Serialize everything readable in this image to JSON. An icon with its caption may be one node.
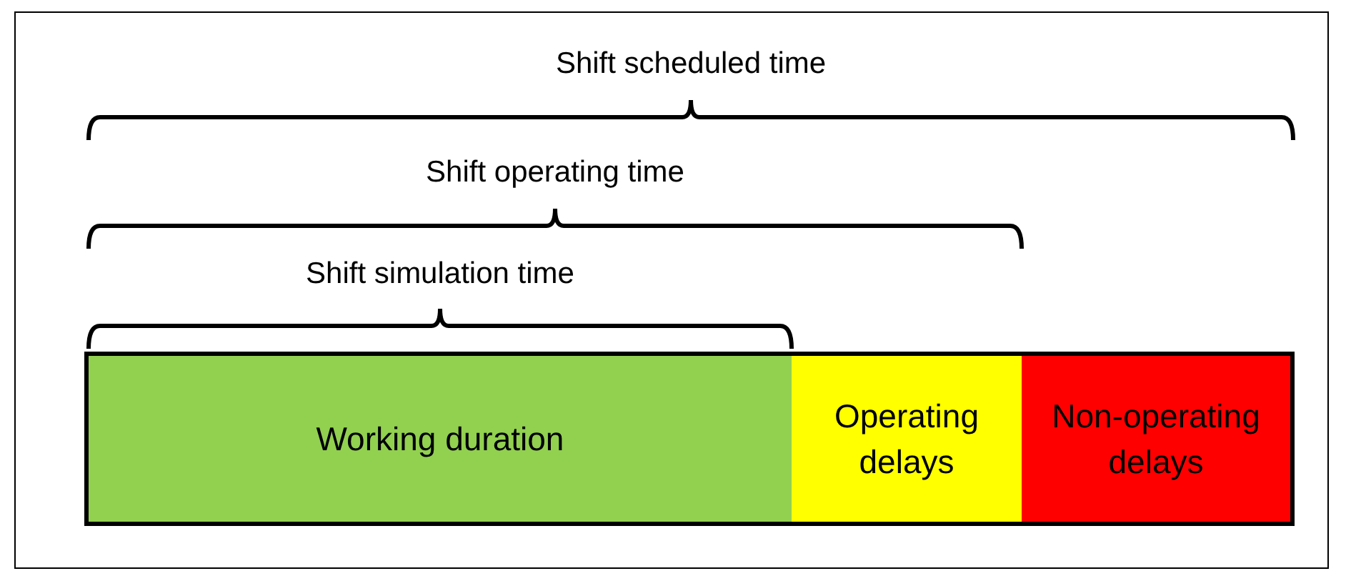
{
  "diagram": {
    "nodes": [
      {
        "text": [
          "Working duration"
        ]
      },
      {
        "text": [
          "Operating delays"
        ]
      },
      {
        "text": [
          "Non-operating delays"
        ]
      }
    ],
    "edges": [],
    "labels": [
      "Shift scheduled time",
      "Shift operating time",
      "Shift simulation time"
    ]
  }
}
